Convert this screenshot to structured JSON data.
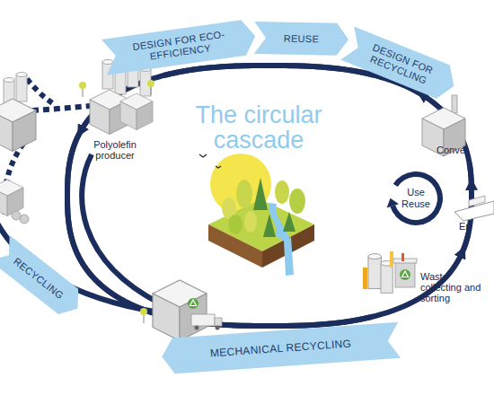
{
  "diagram": {
    "title": "The circular cascade",
    "nodes": [
      {
        "text": [
          "DESIGN FOR ECO-EFFICIENCY"
        ]
      },
      {
        "text": [
          "REUSE"
        ]
      },
      {
        "text": [
          "DESIGN FOR RECYCLING"
        ]
      },
      {
        "text": [
          "Polyolefin producer"
        ]
      },
      {
        "text": [
          "Conve"
        ]
      },
      {
        "text": [
          "Use Reuse"
        ]
      },
      {
        "text": [
          "En"
        ]
      },
      {
        "text": [
          "Waste collecting and sorting"
        ]
      },
      {
        "text": [
          "RECYCLING"
        ]
      },
      {
        "text": [
          "MECHANICAL RECYCLING"
        ]
      }
    ],
    "edges": [
      {
        "from": 3,
        "to": 4,
        "arrow": "to"
      },
      {
        "from": 4,
        "to": 6,
        "arrow": "to"
      },
      {
        "from": 6,
        "to": 7,
        "arrow": "to"
      },
      {
        "from": 7,
        "to": 3,
        "arrow": "to"
      }
    ]
  }
}
